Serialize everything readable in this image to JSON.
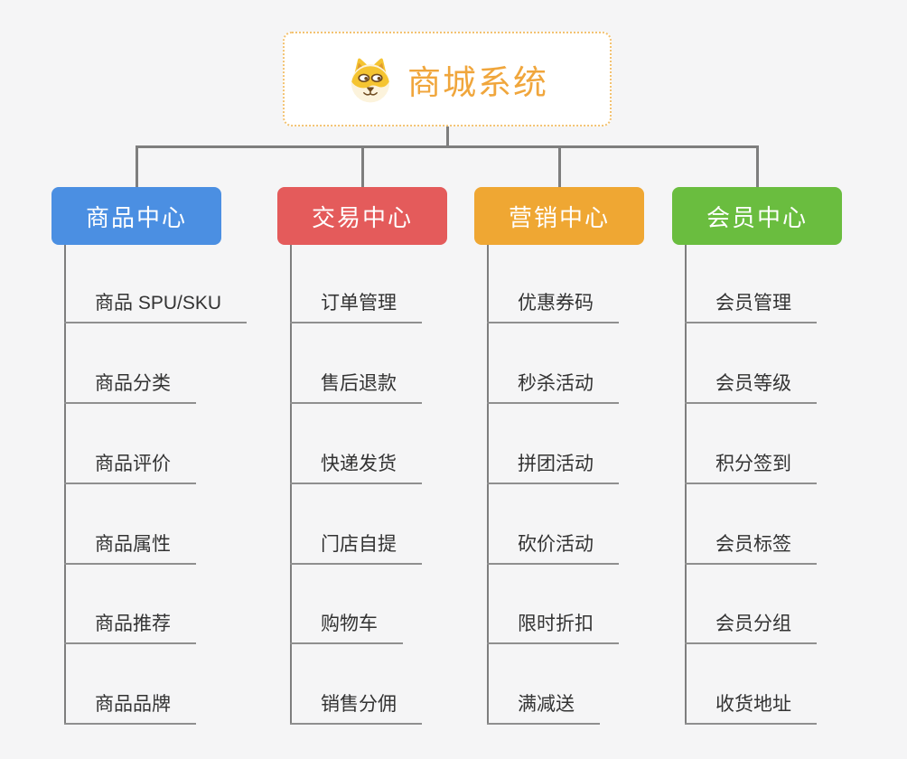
{
  "root": {
    "title": "商城系统",
    "icon": "shiba-dog-icon",
    "title_color": "#F0A63C",
    "border_color": "#F3C271"
  },
  "branches": [
    {
      "label": "商品中心",
      "color": "#4B8FE2",
      "items": [
        "商品 SPU/SKU",
        "商品分类",
        "商品评价",
        "商品属性",
        "商品推荐",
        "商品品牌"
      ]
    },
    {
      "label": "交易中心",
      "color": "#E45B5B",
      "items": [
        "订单管理",
        "售后退款",
        "快递发货",
        "门店自提",
        "购物车",
        "销售分佣"
      ]
    },
    {
      "label": "营销中心",
      "color": "#EFA733",
      "items": [
        "优惠券码",
        "秒杀活动",
        "拼团活动",
        "砍价活动",
        "限时折扣",
        "满减送"
      ]
    },
    {
      "label": "会员中心",
      "color": "#6ABD3F",
      "items": [
        "会员管理",
        "会员等级",
        "积分签到",
        "会员标签",
        "会员分组",
        "收货地址"
      ]
    }
  ],
  "style_colors": {
    "background": "#F5F5F6",
    "connector": "#7E7E7E",
    "leaf_underline": "#8F8F8F",
    "leaf_text": "#333333",
    "node_text": "#FFFFFF"
  }
}
